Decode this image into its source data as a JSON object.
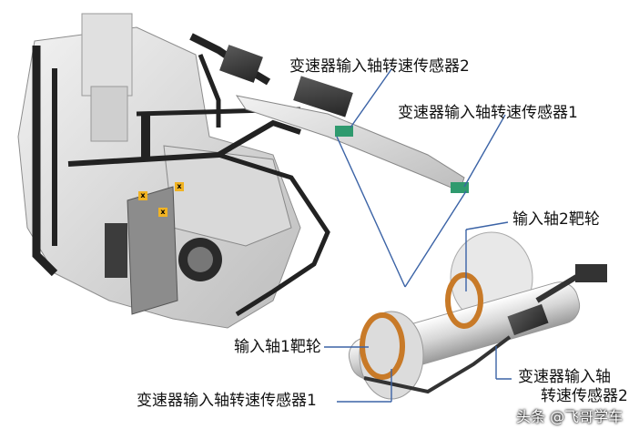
{
  "labels": {
    "sensor2_top": "变速器输入轴转速传感器2",
    "sensor1_top": "变速器输入轴转速传感器1",
    "shaft2_target": "输入轴2靶轮",
    "shaft1_target": "输入轴1靶轮",
    "sensor1_bottom": "变速器输入轴转速传感器1",
    "sensor2_bottom_line1": "变速器输入轴",
    "sensor2_bottom_line2": "转速传感器2"
  },
  "markers": [
    "x",
    "x",
    "x"
  ],
  "watermark": "头条 @飞哥学车",
  "colors": {
    "leader_line": "#3b63a6",
    "marker": "#f1b323",
    "sensor_green": "#2f9a6e",
    "target_wheel_orange": "#c87a28"
  }
}
